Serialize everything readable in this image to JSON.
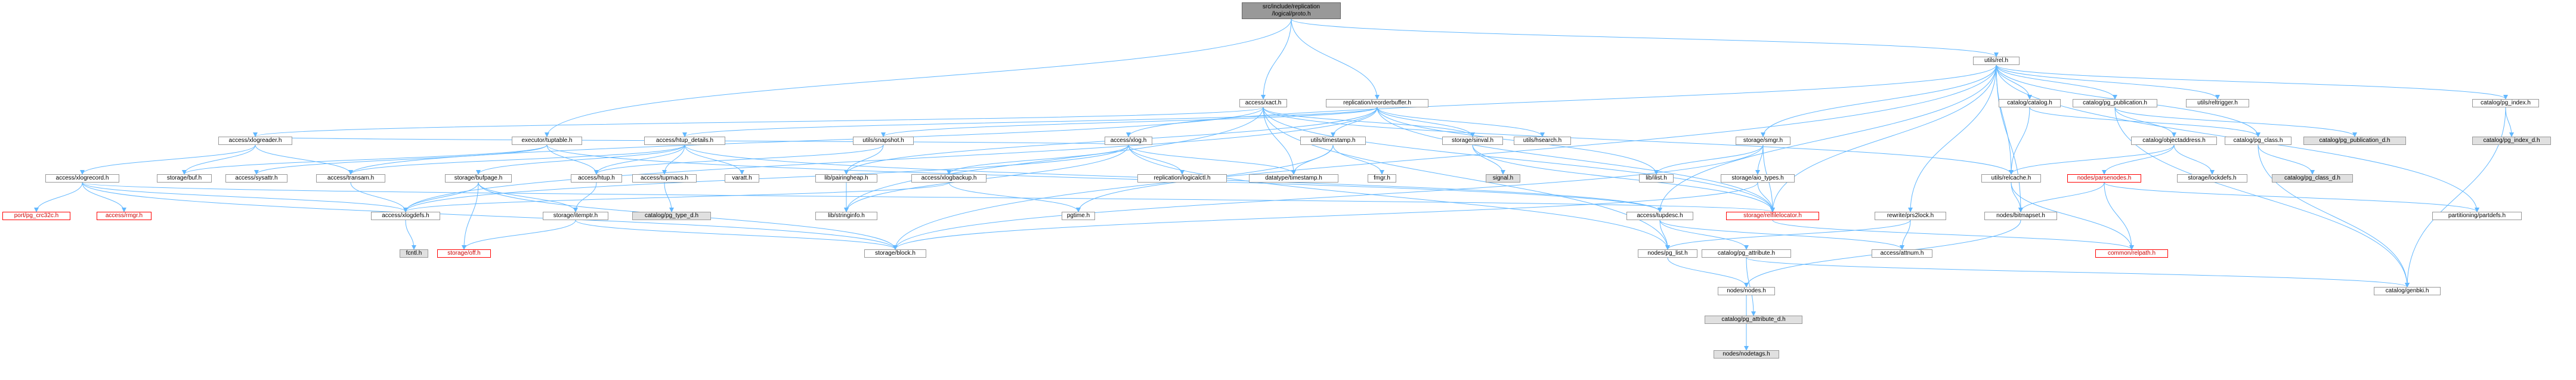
{
  "colors": {
    "edge": "#63b8ff",
    "node_border": "#999999",
    "root_fill": "#999999",
    "missing_border": "#ff0000",
    "system_fill": "#e0e0e0"
  },
  "root": {
    "id": "root",
    "label": "src/include/replication\n/logical/proto.h"
  },
  "nodes": [
    {
      "id": "root",
      "label": "src/include/replication\n/logical/proto.h",
      "kind": "root"
    },
    {
      "id": "utils_rel",
      "label": "utils/rel.h",
      "kind": "normal"
    },
    {
      "id": "access_xact",
      "label": "access/xact.h",
      "kind": "normal"
    },
    {
      "id": "replication_reorderbuffer",
      "label": "replication/reorderbuffer.h",
      "kind": "normal"
    },
    {
      "id": "executor_tuptable",
      "label": "executor/tuptable.h",
      "kind": "normal"
    },
    {
      "id": "catalog_catalog",
      "label": "catalog/catalog.h",
      "kind": "normal"
    },
    {
      "id": "catalog_pg_publication",
      "label": "catalog/pg_publication.h",
      "kind": "normal"
    },
    {
      "id": "utils_reltrigger",
      "label": "utils/reltrigger.h",
      "kind": "normal"
    },
    {
      "id": "catalog_pg_index",
      "label": "catalog/pg_index.h",
      "kind": "normal"
    },
    {
      "id": "access_xlogreader",
      "label": "access/xlogreader.h",
      "kind": "normal"
    },
    {
      "id": "access_htup_details",
      "label": "access/htup_details.h",
      "kind": "normal"
    },
    {
      "id": "access_xlog",
      "label": "access/xlog.h",
      "kind": "normal"
    },
    {
      "id": "utils_snapshot",
      "label": "utils/snapshot.h",
      "kind": "normal"
    },
    {
      "id": "storage_sinval",
      "label": "storage/sinval.h",
      "kind": "normal"
    },
    {
      "id": "utils_hsearch",
      "label": "utils/hsearch.h",
      "kind": "normal"
    },
    {
      "id": "catalog_objectaddress",
      "label": "catalog/objectaddress.h",
      "kind": "normal"
    },
    {
      "id": "storage_smgr",
      "label": "storage/smgr.h",
      "kind": "normal"
    },
    {
      "id": "catalog_pg_class",
      "label": "catalog/pg_class.h",
      "kind": "normal"
    },
    {
      "id": "catalog_pg_publication_d",
      "label": "catalog/pg_publication_d.h",
      "kind": "system"
    },
    {
      "id": "catalog_pg_index_d",
      "label": "catalog/pg_index_d.h",
      "kind": "system"
    },
    {
      "id": "access_xlogrecord",
      "label": "access/xlogrecord.h",
      "kind": "normal"
    },
    {
      "id": "storage_buf",
      "label": "storage/buf.h",
      "kind": "normal"
    },
    {
      "id": "access_sysattr",
      "label": "access/sysattr.h",
      "kind": "normal"
    },
    {
      "id": "access_transam",
      "label": "access/transam.h",
      "kind": "normal"
    },
    {
      "id": "storage_bufpage",
      "label": "storage/bufpage.h",
      "kind": "normal"
    },
    {
      "id": "access_htup",
      "label": "access/htup.h",
      "kind": "normal"
    },
    {
      "id": "access_tupmacs",
      "label": "access/tupmacs.h",
      "kind": "normal"
    },
    {
      "id": "varatt",
      "label": "varatt.h",
      "kind": "normal"
    },
    {
      "id": "utils_timestamp",
      "label": "utils/timestamp.h",
      "kind": "normal"
    },
    {
      "id": "access_xlogbackup",
      "label": "access/xlogbackup.h",
      "kind": "normal"
    },
    {
      "id": "lib_pairingheap",
      "label": "lib/pairingheap.h",
      "kind": "normal"
    },
    {
      "id": "datatype_timestamp",
      "label": "datatype/timestamp.h",
      "kind": "normal"
    },
    {
      "id": "fmgr",
      "label": "fmgr.h",
      "kind": "normal"
    },
    {
      "id": "signal",
      "label": "signal.h",
      "kind": "system"
    },
    {
      "id": "lib_ilist",
      "label": "lib/ilist.h",
      "kind": "normal"
    },
    {
      "id": "storage_aio_types",
      "label": "storage/aio_types.h",
      "kind": "normal"
    },
    {
      "id": "replication_logicalctl",
      "label": "replication/logicalctl.h",
      "kind": "normal"
    },
    {
      "id": "utils_relcache",
      "label": "utils/relcache.h",
      "kind": "normal"
    },
    {
      "id": "nodes_parsenodes",
      "label": "nodes/parsenodes.h",
      "kind": "missing"
    },
    {
      "id": "storage_lockdefs",
      "label": "storage/lockdefs.h",
      "kind": "normal"
    },
    {
      "id": "catalog_pg_class_d",
      "label": "catalog/pg_class_d.h",
      "kind": "system"
    },
    {
      "id": "port_pg_crc32c",
      "label": "port/pg_crc32c.h",
      "kind": "missing"
    },
    {
      "id": "access_rmgr",
      "label": "access/rmgr.h",
      "kind": "missing"
    },
    {
      "id": "access_xlogdefs",
      "label": "access/xlogdefs.h",
      "kind": "normal"
    },
    {
      "id": "storage_itemptr",
      "label": "storage/itemptr.h",
      "kind": "normal"
    },
    {
      "id": "catalog_pg_type_d",
      "label": "catalog/pg_type_d.h",
      "kind": "system"
    },
    {
      "id": "lib_stringinfo",
      "label": "lib/stringinfo.h",
      "kind": "normal"
    },
    {
      "id": "pgtime",
      "label": "pgtime.h",
      "kind": "normal"
    },
    {
      "id": "access_tupdesc",
      "label": "access/tupdesc.h",
      "kind": "normal"
    },
    {
      "id": "storage_relfilelocator",
      "label": "storage/relfilelocator.h",
      "kind": "missing"
    },
    {
      "id": "rewrite_prs2lock",
      "label": "rewrite/prs2lock.h",
      "kind": "normal"
    },
    {
      "id": "nodes_bitmapset",
      "label": "nodes/bitmapset.h",
      "kind": "normal"
    },
    {
      "id": "partitioning_partdefs",
      "label": "partitioning/partdefs.h",
      "kind": "normal"
    },
    {
      "id": "fcntl",
      "label": "fcntl.h",
      "kind": "system"
    },
    {
      "id": "storage_off",
      "label": "storage/off.h",
      "kind": "missing"
    },
    {
      "id": "storage_block",
      "label": "storage/block.h",
      "kind": "normal"
    },
    {
      "id": "nodes_pg_list",
      "label": "nodes/pg_list.h",
      "kind": "normal"
    },
    {
      "id": "catalog_pg_attribute",
      "label": "catalog/pg_attribute.h",
      "kind": "normal"
    },
    {
      "id": "access_attnum",
      "label": "access/attnum.h",
      "kind": "normal"
    },
    {
      "id": "common_relpath",
      "label": "common/relpath.h",
      "kind": "missing"
    },
    {
      "id": "nodes_nodes",
      "label": "nodes/nodes.h",
      "kind": "normal"
    },
    {
      "id": "catalog_pg_attribute_d",
      "label": "catalog/pg_attribute_d.h",
      "kind": "system"
    },
    {
      "id": "catalog_genbki",
      "label": "catalog/genbki.h",
      "kind": "normal"
    },
    {
      "id": "nodes_nodetags",
      "label": "nodes/nodetags.h",
      "kind": "system"
    }
  ],
  "edges": [
    [
      "root",
      "utils_rel"
    ],
    [
      "root",
      "access_xact"
    ],
    [
      "root",
      "replication_reorderbuffer"
    ],
    [
      "root",
      "executor_tuptable"
    ],
    [
      "utils_rel",
      "catalog_catalog"
    ],
    [
      "utils_rel",
      "catalog_pg_publication"
    ],
    [
      "utils_rel",
      "utils_reltrigger"
    ],
    [
      "utils_rel",
      "catalog_pg_index"
    ],
    [
      "utils_rel",
      "access_tupdesc"
    ],
    [
      "utils_rel",
      "utils_relcache"
    ],
    [
      "utils_rel",
      "nodes_bitmapset"
    ],
    [
      "utils_rel",
      "rewrite_prs2lock"
    ],
    [
      "utils_rel",
      "storage_smgr"
    ],
    [
      "utils_rel",
      "catalog_pg_class"
    ],
    [
      "utils_rel",
      "partitioning_partdefs"
    ],
    [
      "utils_rel",
      "access_xlog"
    ],
    [
      "utils_rel",
      "storage_relfilelocator"
    ],
    [
      "utils_rel",
      "storage_block"
    ],
    [
      "access_xact",
      "access_xlogreader"
    ],
    [
      "access_xact",
      "access_transam"
    ],
    [
      "access_xact",
      "lib_stringinfo"
    ],
    [
      "access_xact",
      "nodes_pg_list"
    ],
    [
      "access_xact",
      "storage_relfilelocator"
    ],
    [
      "access_xact",
      "storage_sinval"
    ],
    [
      "access_xact",
      "datatype_timestamp"
    ],
    [
      "access_xact",
      "utils_relcache"
    ],
    [
      "replication_reorderbuffer",
      "access_htup_details"
    ],
    [
      "replication_reorderbuffer",
      "lib_ilist"
    ],
    [
      "replication_reorderbuffer",
      "utils_snapshot"
    ],
    [
      "replication_reorderbuffer",
      "storage_sinval"
    ],
    [
      "replication_reorderbuffer",
      "utils_hsearch"
    ],
    [
      "replication_reorderbuffer",
      "utils_timestamp"
    ],
    [
      "replication_reorderbuffer",
      "lib_pairingheap"
    ],
    [
      "replication_reorderbuffer",
      "storage_relfilelocator"
    ],
    [
      "replication_reorderbuffer",
      "access_xlogdefs"
    ],
    [
      "executor_tuptable",
      "access_htup"
    ],
    [
      "executor_tuptable",
      "access_sysattr"
    ],
    [
      "executor_tuptable",
      "access_tupdesc"
    ],
    [
      "executor_tuptable",
      "storage_buf"
    ],
    [
      "catalog_catalog",
      "catalog_pg_class"
    ],
    [
      "catalog_catalog",
      "utils_relcache"
    ],
    [
      "catalog_pg_publication",
      "catalog_genbki"
    ],
    [
      "catalog_pg_publication",
      "catalog_objectaddress"
    ],
    [
      "catalog_pg_publication",
      "catalog_pg_publication_d"
    ],
    [
      "catalog_pg_index",
      "catalog_genbki"
    ],
    [
      "catalog_pg_index",
      "catalog_pg_index_d"
    ],
    [
      "access_xlogreader",
      "access_transam"
    ],
    [
      "access_xlogreader",
      "access_xlogrecord"
    ],
    [
      "access_xlogreader",
      "storage_buf"
    ],
    [
      "access_htup_details",
      "access_htup"
    ],
    [
      "access_htup_details",
      "access_transam"
    ],
    [
      "access_htup_details",
      "access_tupdesc"
    ],
    [
      "access_htup_details",
      "access_tupmacs"
    ],
    [
      "access_htup_details",
      "storage_bufpage"
    ],
    [
      "access_htup_details",
      "varatt"
    ],
    [
      "access_xlog",
      "access_xlogbackup"
    ],
    [
      "access_xlog",
      "access_xlogdefs"
    ],
    [
      "access_xlog",
      "access_xlogreader"
    ],
    [
      "access_xlog",
      "datatype_timestamp"
    ],
    [
      "access_xlog",
      "lib_stringinfo"
    ],
    [
      "access_xlog",
      "replication_logicalctl"
    ],
    [
      "access_xlog",
      "nodes_pg_list"
    ],
    [
      "utils_snapshot",
      "access_htup"
    ],
    [
      "utils_snapshot",
      "lib_pairingheap"
    ],
    [
      "storage_sinval",
      "signal"
    ],
    [
      "storage_sinval",
      "storage_relfilelocator"
    ],
    [
      "catalog_objectaddress",
      "nodes_parsenodes"
    ],
    [
      "catalog_objectaddress",
      "storage_lockdefs"
    ],
    [
      "catalog_objectaddress",
      "utils_relcache"
    ],
    [
      "storage_smgr",
      "lib_ilist"
    ],
    [
      "storage_smgr",
      "storage_aio_types"
    ],
    [
      "storage_smgr",
      "storage_block"
    ],
    [
      "storage_smgr",
      "storage_relfilelocator"
    ],
    [
      "catalog_pg_class",
      "catalog_genbki"
    ],
    [
      "catalog_pg_class",
      "catalog_pg_class_d"
    ],
    [
      "access_xlogrecord",
      "access_rmgr"
    ],
    [
      "access_xlogrecord",
      "access_xlogdefs"
    ],
    [
      "access_xlogrecord",
      "port_pg_crc32c"
    ],
    [
      "access_xlogrecord",
      "storage_block"
    ],
    [
      "access_xlogrecord",
      "storage_relfilelocator"
    ],
    [
      "access_transam",
      "access_xlogdefs"
    ],
    [
      "storage_bufpage",
      "access_xlogdefs"
    ],
    [
      "storage_bufpage",
      "storage_block"
    ],
    [
      "storage_bufpage",
      "storage_itemptr"
    ],
    [
      "storage_bufpage",
      "storage_off"
    ],
    [
      "access_htup",
      "storage_itemptr"
    ],
    [
      "access_tupmacs",
      "catalog_pg_type_d"
    ],
    [
      "utils_timestamp",
      "datatype_timestamp"
    ],
    [
      "utils_timestamp",
      "fmgr"
    ],
    [
      "utils_timestamp",
      "pgtime"
    ],
    [
      "access_xlogbackup",
      "access_xlogdefs"
    ],
    [
      "access_xlogbackup",
      "pgtime"
    ],
    [
      "lib_pairingheap",
      "lib_stringinfo"
    ],
    [
      "storage_aio_types",
      "storage_block"
    ],
    [
      "storage_aio_types",
      "storage_relfilelocator"
    ],
    [
      "utils_relcache",
      "common_relpath"
    ],
    [
      "utils_relcache",
      "nodes_bitmapset"
    ],
    [
      "nodes_parsenodes",
      "common_relpath"
    ],
    [
      "nodes_parsenodes",
      "partitioning_partdefs"
    ],
    [
      "nodes_parsenodes",
      "nodes_bitmapset"
    ],
    [
      "access_xlogdefs",
      "fcntl"
    ],
    [
      "storage_itemptr",
      "storage_block"
    ],
    [
      "storage_itemptr",
      "storage_off"
    ],
    [
      "access_tupdesc",
      "access_attnum"
    ],
    [
      "access_tupdesc",
      "catalog_pg_attribute"
    ],
    [
      "access_tupdesc",
      "nodes_pg_list"
    ],
    [
      "storage_relfilelocator",
      "common_relpath"
    ],
    [
      "rewrite_prs2lock",
      "access_attnum"
    ],
    [
      "rewrite_prs2lock",
      "nodes_pg_list"
    ],
    [
      "nodes_bitmapset",
      "nodes_nodes"
    ],
    [
      "nodes_pg_list",
      "nodes_nodes"
    ],
    [
      "catalog_pg_attribute",
      "catalog_genbki"
    ],
    [
      "catalog_pg_attribute",
      "catalog_pg_attribute_d"
    ],
    [
      "nodes_nodes",
      "nodes_nodetags"
    ]
  ]
}
